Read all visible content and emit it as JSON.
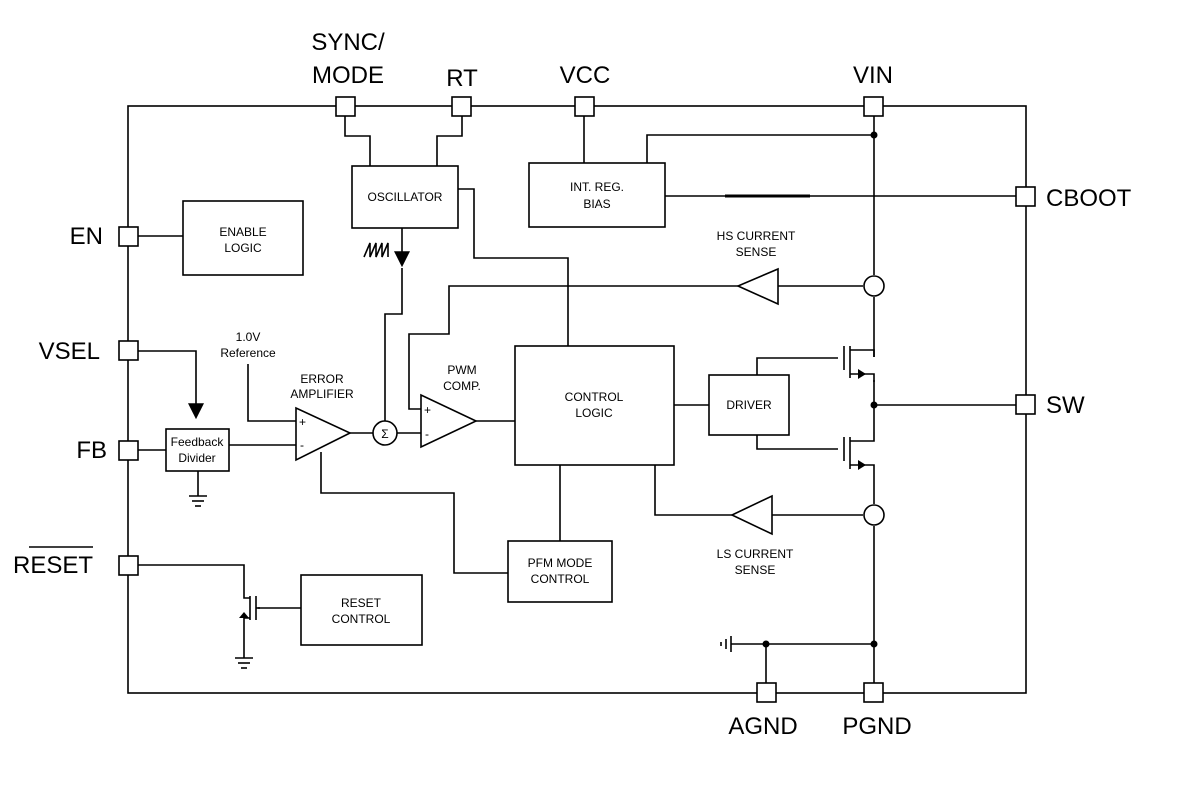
{
  "pins": {
    "sync_mode_line1": "SYNC/",
    "sync_mode_line2": "MODE",
    "rt": "RT",
    "vcc": "VCC",
    "vin": "VIN",
    "cboot": "CBOOT",
    "en": "EN",
    "vsel": "VSEL",
    "fb": "FB",
    "reset": "RESET",
    "sw": "SW",
    "agnd": "AGND",
    "pgnd": "PGND"
  },
  "blocks": {
    "oscillator": "OSCILLATOR",
    "int_reg_line1": "INT. REG.",
    "int_reg_line2": "BIAS",
    "enable_line1": "ENABLE",
    "enable_line2": "LOGIC",
    "feedback_line1": "Feedback",
    "feedback_line2": "Divider",
    "control_line1": "CONTROL",
    "control_line2": "LOGIC",
    "driver": "DRIVER",
    "pfm_line1": "PFM MODE",
    "pfm_line2": "CONTROL",
    "reset_ctrl_line1": "RESET",
    "reset_ctrl_line2": "CONTROL"
  },
  "labels": {
    "ref_line1": "1.0V",
    "ref_line2": "Reference",
    "erramp_line1": "ERROR",
    "erramp_line2": "AMPLIFIER",
    "pwm_line1": "PWM",
    "pwm_line2": "COMP.",
    "hs_line1": "HS CURRENT",
    "hs_line2": "SENSE",
    "ls_line1": "LS CURRENT",
    "ls_line2": "SENSE",
    "sigma": "Σ",
    "plus": "+",
    "minus": "-"
  }
}
